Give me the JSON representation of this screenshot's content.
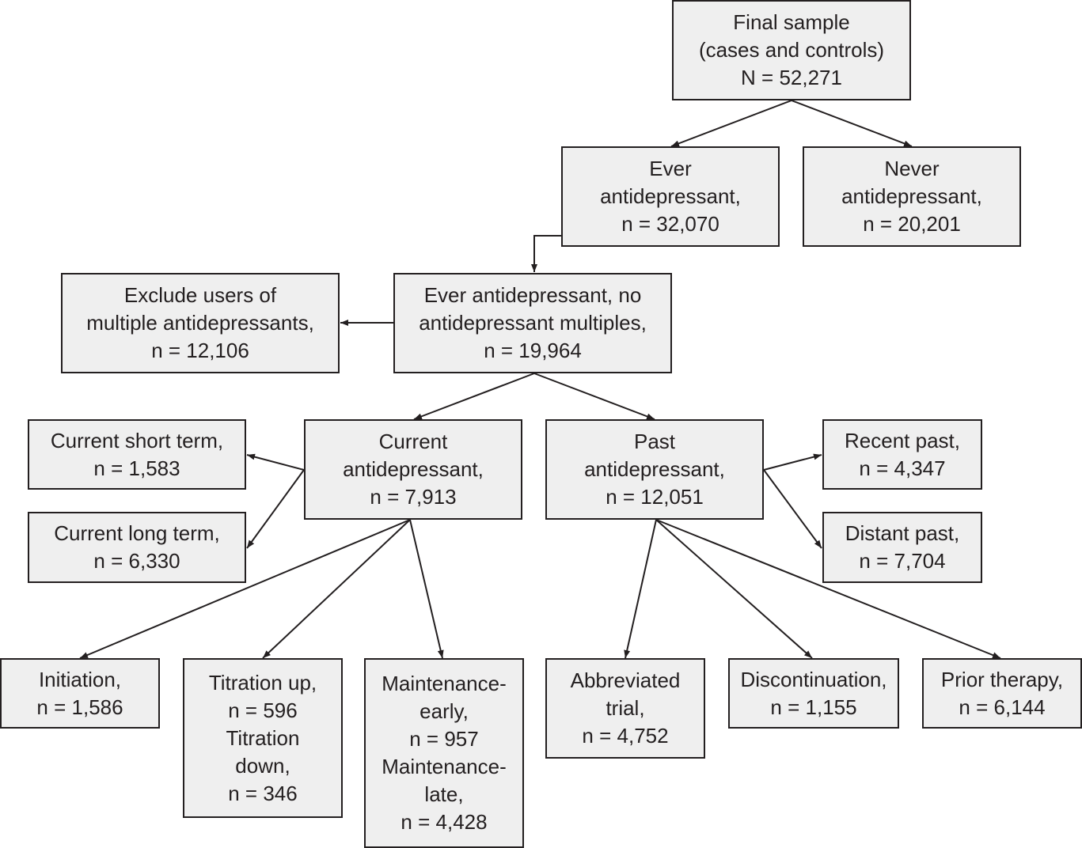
{
  "boxes": {
    "final": [
      "Final sample",
      "(cases and controls)",
      "N = 52,271"
    ],
    "ever": [
      "Ever",
      "antidepressant,",
      "n = 32,070"
    ],
    "never": [
      "Never",
      "antidepressant,",
      "n = 20,201"
    ],
    "ever_no_multiple": [
      "Ever antidepressant, no",
      "antidepressant multiples,",
      "n = 19,964"
    ],
    "exclude": [
      "Exclude users of",
      "multiple antidepressants,",
      "n = 12,106"
    ],
    "current": [
      "Current",
      "antidepressant,",
      "n = 7,913"
    ],
    "past": [
      "Past",
      "antidepressant,",
      "n = 12,051"
    ],
    "current_short": [
      "Current short term,",
      "n = 1,583"
    ],
    "current_long": [
      "Current long term,",
      "n = 6,330"
    ],
    "recent_past": [
      "Recent past,",
      "n = 4,347"
    ],
    "distant_past": [
      "Distant past,",
      "n = 7,704"
    ],
    "initiation": [
      "Initiation,",
      "n = 1,586"
    ],
    "titration": [
      "Titration up,",
      "n = 596",
      "Titration",
      "down,",
      "n = 346"
    ],
    "maintenance": [
      "Maintenance-",
      "early,",
      "n = 957",
      "Maintenance-",
      "late,",
      "n = 4,428"
    ],
    "abbreviated": [
      "Abbreviated",
      "trial,",
      "n = 4,752"
    ],
    "discontinuation": [
      "Discontinuation,",
      "n = 1,155"
    ],
    "prior_therapy": [
      "Prior therapy,",
      "n = 6,144"
    ]
  },
  "colors": {
    "box_fill": "#efefef",
    "line": "#231f20",
    "text": "#231f20"
  }
}
